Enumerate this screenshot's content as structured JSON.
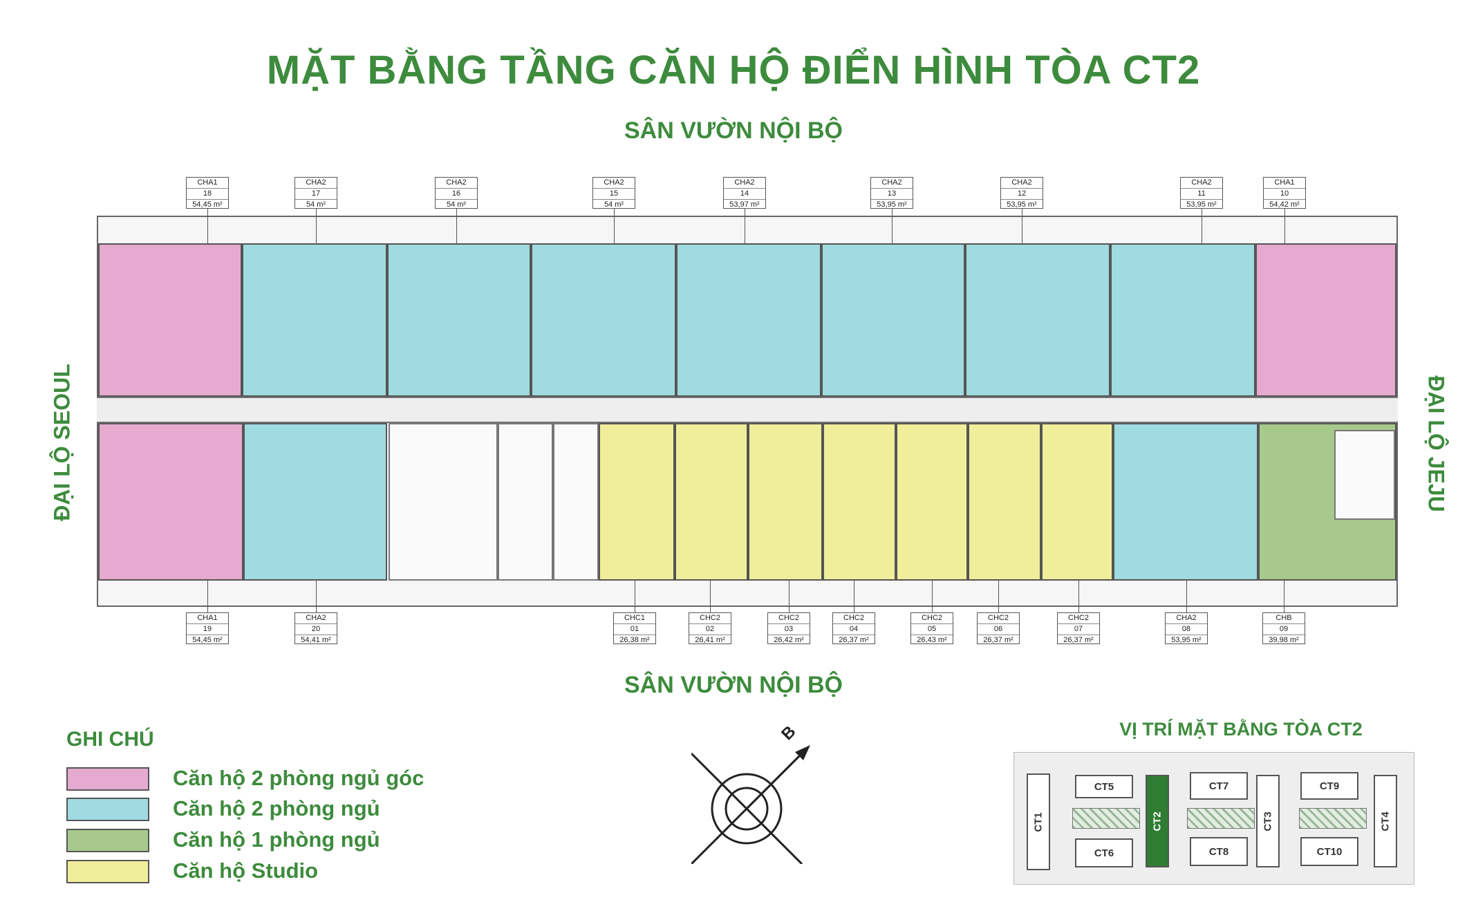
{
  "title": "MẶT BẰNG TẦNG CĂN HỘ ĐIỂN HÌNH TÒA CT2",
  "garden_top": "SÂN VƯỜN NỘI BỘ",
  "garden_bottom": "SÂN VƯỜN NỘI BỘ",
  "road_left": "ĐẠI LỘ SEOUL",
  "road_right": "ĐẠI LỘ JEJU",
  "colors": {
    "corner_2br": "#e6a9cf",
    "standard_2br": "#9fdbe0",
    "one_br": "#a7c98c",
    "studio": "#f0ee9a",
    "accent": "#3d8b3d"
  },
  "units_top": [
    {
      "type": "CHA1",
      "num": "18",
      "area": "54,45 m²",
      "color": "pink"
    },
    {
      "type": "CHA2",
      "num": "17",
      "area": "54 m²",
      "color": "blue"
    },
    {
      "type": "CHA2",
      "num": "16",
      "area": "54 m²",
      "color": "blue"
    },
    {
      "type": "CHA2",
      "num": "15",
      "area": "54 m²",
      "color": "blue"
    },
    {
      "type": "CHA2",
      "num": "14",
      "area": "53,97 m²",
      "color": "blue"
    },
    {
      "type": "CHA2",
      "num": "13",
      "area": "53,95 m²",
      "color": "blue"
    },
    {
      "type": "CHA2",
      "num": "12",
      "area": "53,95 m²",
      "color": "blue"
    },
    {
      "type": "CHA2",
      "num": "11",
      "area": "53,95 m²",
      "color": "blue"
    },
    {
      "type": "CHA1",
      "num": "10",
      "area": "54,42 m²",
      "color": "pink"
    }
  ],
  "units_bottom": [
    {
      "type": "CHA1",
      "num": "19",
      "area": "54,45 m²",
      "color": "pink"
    },
    {
      "type": "CHA2",
      "num": "20",
      "area": "54,41 m²",
      "color": "blue"
    },
    {
      "type": "CHC1",
      "num": "01",
      "area": "26,38 m²",
      "color": "yellow"
    },
    {
      "type": "CHC2",
      "num": "02",
      "area": "26,41 m²",
      "color": "yellow"
    },
    {
      "type": "CHC2",
      "num": "03",
      "area": "26,42 m²",
      "color": "yellow"
    },
    {
      "type": "CHC2",
      "num": "04",
      "area": "26,37 m²",
      "color": "yellow"
    },
    {
      "type": "CHC2",
      "num": "05",
      "area": "26,43 m²",
      "color": "yellow"
    },
    {
      "type": "CHC2",
      "num": "06",
      "area": "26,37 m²",
      "color": "yellow"
    },
    {
      "type": "CHC2",
      "num": "07",
      "area": "26,37 m²",
      "color": "yellow"
    },
    {
      "type": "CHA2",
      "num": "08",
      "area": "53,95 m²",
      "color": "blue"
    },
    {
      "type": "CHB",
      "num": "09",
      "area": "39,98 m²",
      "color": "green"
    }
  ],
  "legend": {
    "title": "GHI CHÚ",
    "items": [
      {
        "label": "Căn hộ 2 phòng ngủ góc",
        "color": "#e6a9cf"
      },
      {
        "label": "Căn hộ 2 phòng ngủ",
        "color": "#9fdbe0"
      },
      {
        "label": "Căn hộ 1 phòng ngủ",
        "color": "#a7c98c"
      },
      {
        "label": "Căn hộ Studio",
        "color": "#f0ee9a"
      }
    ]
  },
  "compass_label": "B",
  "site": {
    "title": "VỊ TRÍ MẶT BẰNG TÒA CT2",
    "blocks": [
      "CT1",
      "CT2",
      "CT3",
      "CT4",
      "CT5",
      "CT6",
      "CT7",
      "CT8",
      "CT9",
      "CT10"
    ]
  }
}
